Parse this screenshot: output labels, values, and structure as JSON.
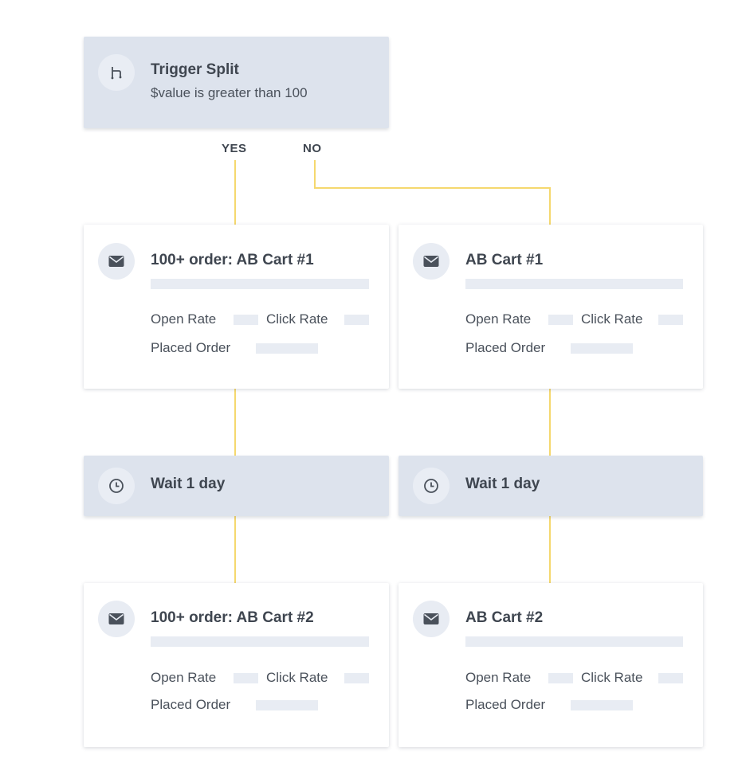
{
  "trigger": {
    "title": "Trigger Split",
    "condition": "$value is greater than 100",
    "icon": "split-icon",
    "yes_label": "YES",
    "no_label": "NO"
  },
  "colors": {
    "connector": "#f5d86e",
    "gray_node": "#dde3ed",
    "placeholder": "#e8ecf3",
    "text": "#3f4650"
  },
  "email_nodes": [
    {
      "title": "100+ order: AB Cart #1",
      "icon": "envelope-icon",
      "open_rate_label": "Open Rate",
      "click_rate_label": "Click Rate",
      "placed_order_label": "Placed Order"
    },
    {
      "title": "AB Cart #1",
      "icon": "envelope-icon",
      "open_rate_label": "Open Rate",
      "click_rate_label": "Click Rate",
      "placed_order_label": "Placed Order"
    },
    {
      "title": "100+ order: AB Cart #2",
      "icon": "envelope-icon",
      "open_rate_label": "Open Rate",
      "click_rate_label": "Click Rate",
      "placed_order_label": "Placed Order"
    },
    {
      "title": "AB Cart #2",
      "icon": "envelope-icon",
      "open_rate_label": "Open Rate",
      "click_rate_label": "Click Rate",
      "placed_order_label": "Placed Order"
    }
  ],
  "wait_nodes": [
    {
      "title": "Wait 1 day",
      "icon": "clock-icon"
    },
    {
      "title": "Wait 1 day",
      "icon": "clock-icon"
    }
  ]
}
